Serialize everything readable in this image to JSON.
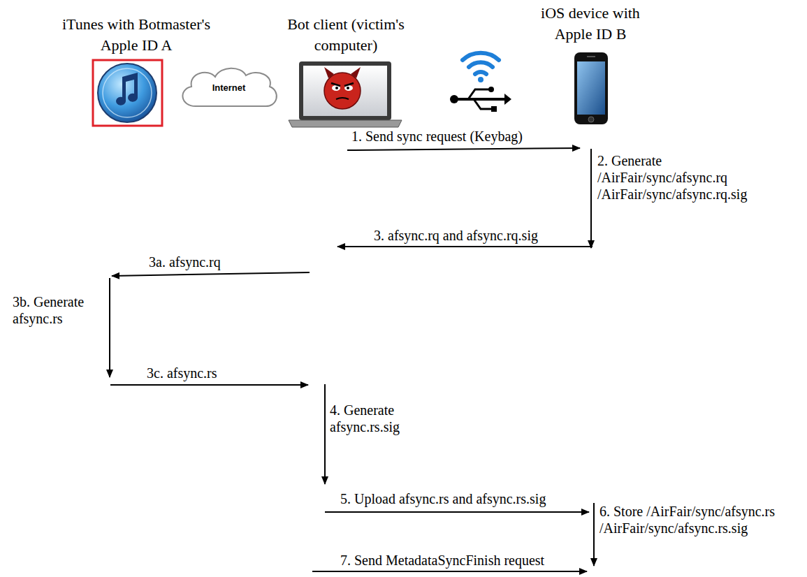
{
  "diagram": {
    "nodes": [
      {
        "text": [
          "iTunes with Botmaster's Apple ID A"
        ]
      },
      {
        "text": [
          "Internet"
        ]
      },
      {
        "text": [
          "Bot client (victim's computer)"
        ]
      },
      {
        "text": [
          "iOS device with Apple ID B"
        ]
      }
    ],
    "labels": [
      "1. Send sync request (Keybag)",
      "2. Generate /AirFair/sync/afsync.rq /AirFair/sync/afsync.rq.sig",
      "3. afsync.rq and afsync.rq.sig",
      "3a. afsync.rq",
      "3b. Generate afsync.rs",
      "3c. afsync.rs",
      "4. Generate afsync.rs.sig",
      "5. Upload afsync.rs and afsync.rs.sig",
      "6. Store /AirFair/sync/afsync.rs /AirFair/sync/afsync.rs.sig",
      "7. Send MetadataSyncFinish request"
    ]
  }
}
